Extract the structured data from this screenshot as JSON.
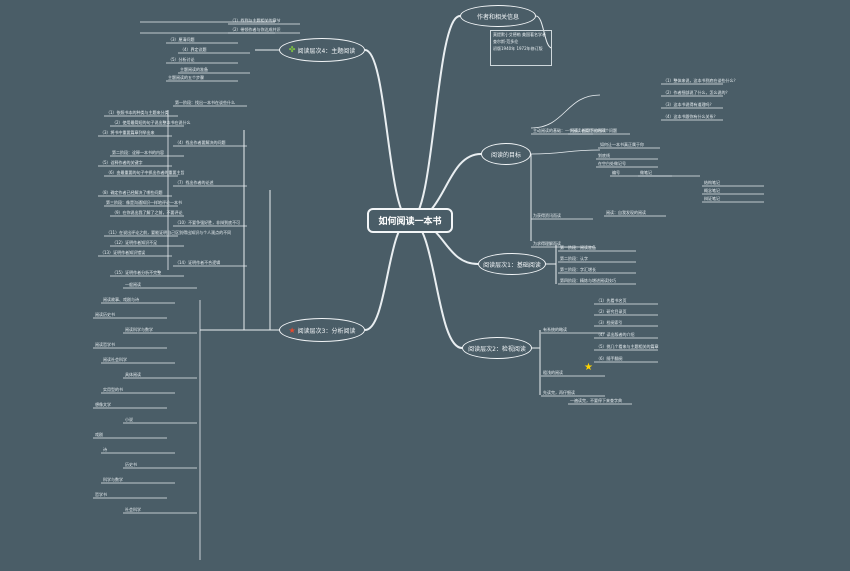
{
  "root_title": "如何阅读一本书",
  "branches": {
    "topic_reading": "阅读层次4：主题阅读",
    "analytical": "阅读层次3：分析阅读",
    "purpose": "阅读的目标",
    "inspectional": "阅读层次2：检视阅读",
    "elementary": "阅读层次1：基础阅读",
    "author_intro": "作者和相关信息"
  },
  "author_box": [
    "莫提默·J·艾德勒 美国著名学者",
    "查尔斯·范多伦",
    "初版1940年 1972年修订版"
  ],
  "topic_labels": [
    "（1）找到与主题相关的章节",
    "（2）带领作者与你达成共识",
    "（3）厘清问题",
    "（4）界定议题",
    "（5）分析讨论",
    "主题阅读的准备",
    "主题阅读的五个步骤"
  ],
  "analytical_labels": [
    "第一阶段：找出一本书在谈些什么",
    "（1）依照书本的种类与主题来分类",
    "（2）使用最简短的句子说出整本书在说什么",
    "（3）将书中重要篇章列举出来",
    "（4）找出作者要解决的问题",
    "第二阶段：诠释一本书的内容",
    "（5）诠释作者的关键字",
    "（6）由最重要的句子中抓出作者的重要主旨",
    "（7）找出作者的论述",
    "（8）确定作者已经解决了哪些问题",
    "第三阶段：像是沟通知识一样地评论一本书",
    "（9）在你说出我了解了之前，不要评论",
    "（10）不要争强好胜，非辩到底不可",
    "（11）在说出评论之前，要能证明自己区别得出知识与个人观点的不同",
    "（12）证明作者知识不足",
    "（13）证明作者知识错误",
    "（14）证明作者不合逻辑",
    "（15）证明作者分析不完整",
    "一般阅读",
    "阅读故事、戏剧与诗",
    "阅读历史书",
    "阅读科学与数学",
    "阅读哲学书",
    "阅读社会科学",
    "具体阅读",
    "实用型的书",
    "想像文学",
    "小说",
    "戏剧",
    "诗",
    "历史书",
    "科学与数学",
    "哲学书",
    "社会科学"
  ],
  "purpose_labels": [
    "为获得资讯而读",
    "为求得理解而读",
    "阅读：指导下的阅读",
    "阅读：自我发现的阅读",
    "主动阅读的基础：一个阅读者要提出的四个问题",
    "（1）整体来说，这本书到底在谈些什么？",
    "（2）作者细部说了什么，怎么说的？",
    "（3）这本书说得有道理吗？",
    "（4）这本书跟你有什么关系？",
    "如何让一本书真正属于你",
    "划底线",
    "在空白处做记号",
    "编号",
    "做笔记",
    "结构笔记",
    "概念笔记",
    "辩证笔记"
  ],
  "inspectional_labels": [
    "有系统的略读",
    "粗浅的阅读",
    "（1）先看书名页",
    "（2）研究目录页",
    "（3）检阅索引",
    "（4）读出版者的介绍",
    "（5）挑几个看来与主题相关的篇章",
    "（6）随手翻阅",
    "先读完，再仔细读",
    "一遍读完，不要停下来查字典"
  ],
  "elementary_labels": [
    "第一阶段：阅读准备",
    "第二阶段：认字",
    "第三阶段：字汇增长",
    "第四阶段：精炼与增进阅读技巧"
  ]
}
